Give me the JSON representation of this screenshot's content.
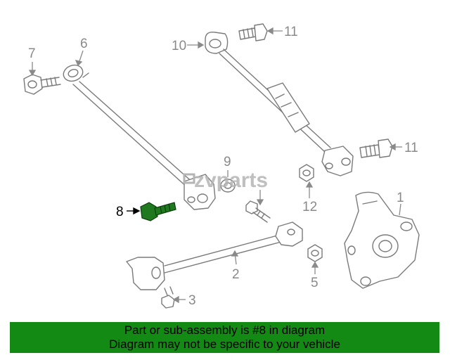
{
  "watermark": "zvparts",
  "callouts": {
    "c1": "1",
    "c2": "2",
    "c3": "3",
    "c5": "5",
    "c6": "6",
    "c7": "7",
    "c8": "8",
    "c9": "9",
    "c10": "10",
    "c11a": "11",
    "c11b": "11",
    "c12": "12"
  },
  "highlight_part": "8",
  "colors": {
    "highlight": "#1f7a1f",
    "banner": "#138a13",
    "line": "#8a8a8a"
  },
  "banner": {
    "line1": "Part or sub-assembly is #8 in diagram",
    "line2": "Diagram may not be specific to your vehicle"
  }
}
